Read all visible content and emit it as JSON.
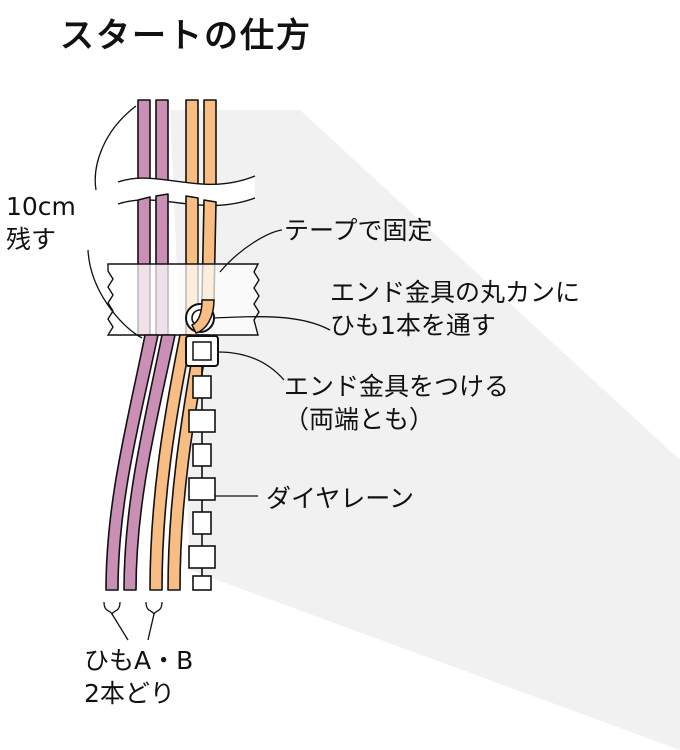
{
  "title": "スタートの仕方",
  "labels": {
    "remain_10cm": [
      "10cm",
      "残す"
    ],
    "tape": "テープで固定",
    "ring": [
      "エンド金具の丸カンに",
      "ひも1本を通す"
    ],
    "end_fitting": [
      "エンド金具をつける",
      "（両端とも）"
    ],
    "diamond_lane": "ダイヤレーン",
    "cords": [
      "ひもA・B",
      "2本どり"
    ]
  },
  "colors": {
    "cord_a": "#c98fb4",
    "cord_b": "#f7bd82",
    "tape": "#ffffff",
    "outline": "#111111",
    "shadow": "#ececec"
  }
}
